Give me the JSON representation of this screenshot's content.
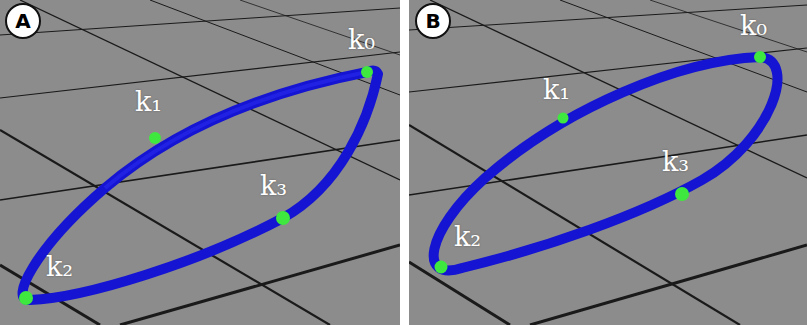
{
  "diagram": {
    "nodes": [
      {
        "text": [
          "A"
        ]
      },
      {
        "text": [
          "B"
        ]
      }
    ],
    "labels": [
      "k₀",
      "k₁",
      "k₂",
      "k₃",
      "k₀",
      "k₁",
      "k₂",
      "k₃"
    ]
  }
}
